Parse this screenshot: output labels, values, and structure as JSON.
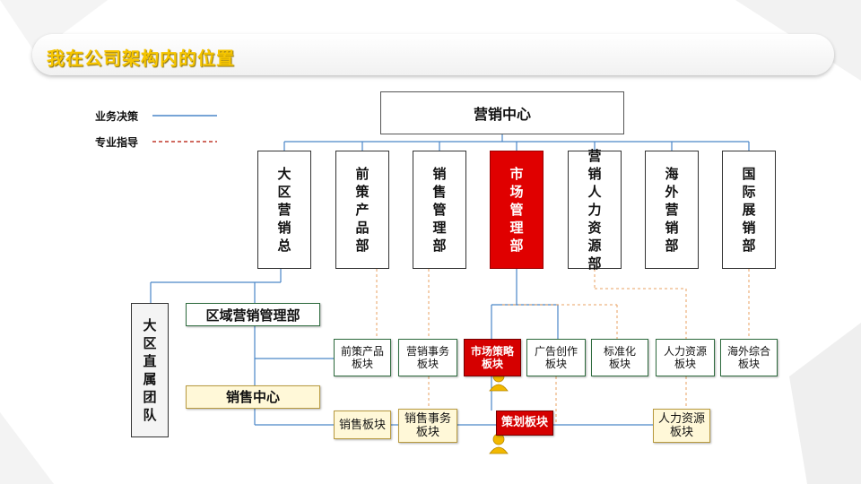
{
  "title": "我在公司架构内的位置",
  "legend": {
    "business": "业务决策",
    "professional": "专业指导",
    "business_color": "#4a86c8",
    "professional_color": "#c0392b"
  },
  "top": "营销中心",
  "departments": [
    "大区营销总",
    "前策产品部",
    "销售管理部",
    "市场管理部",
    "营销人力资源部",
    "海外营销部",
    "国际展销部"
  ],
  "side_team": "大区直属团队",
  "regional_dept": "区域营销管理部",
  "sales_center": "销售中心",
  "modules": [
    "前策产品板块",
    "营销事务板块",
    "市场策略板块",
    "广告创作板块",
    "标准化板块",
    "人力资源板块",
    "海外综合板块"
  ],
  "sales_modules": [
    "销售板块",
    "销售事务板块",
    "策划板块",
    "人力资源板块"
  ],
  "colors": {
    "accent_red": "#e00000",
    "title_yellow": "#f7c600",
    "line_blue": "#4a86c8",
    "dash_orange": "#e8a060"
  }
}
